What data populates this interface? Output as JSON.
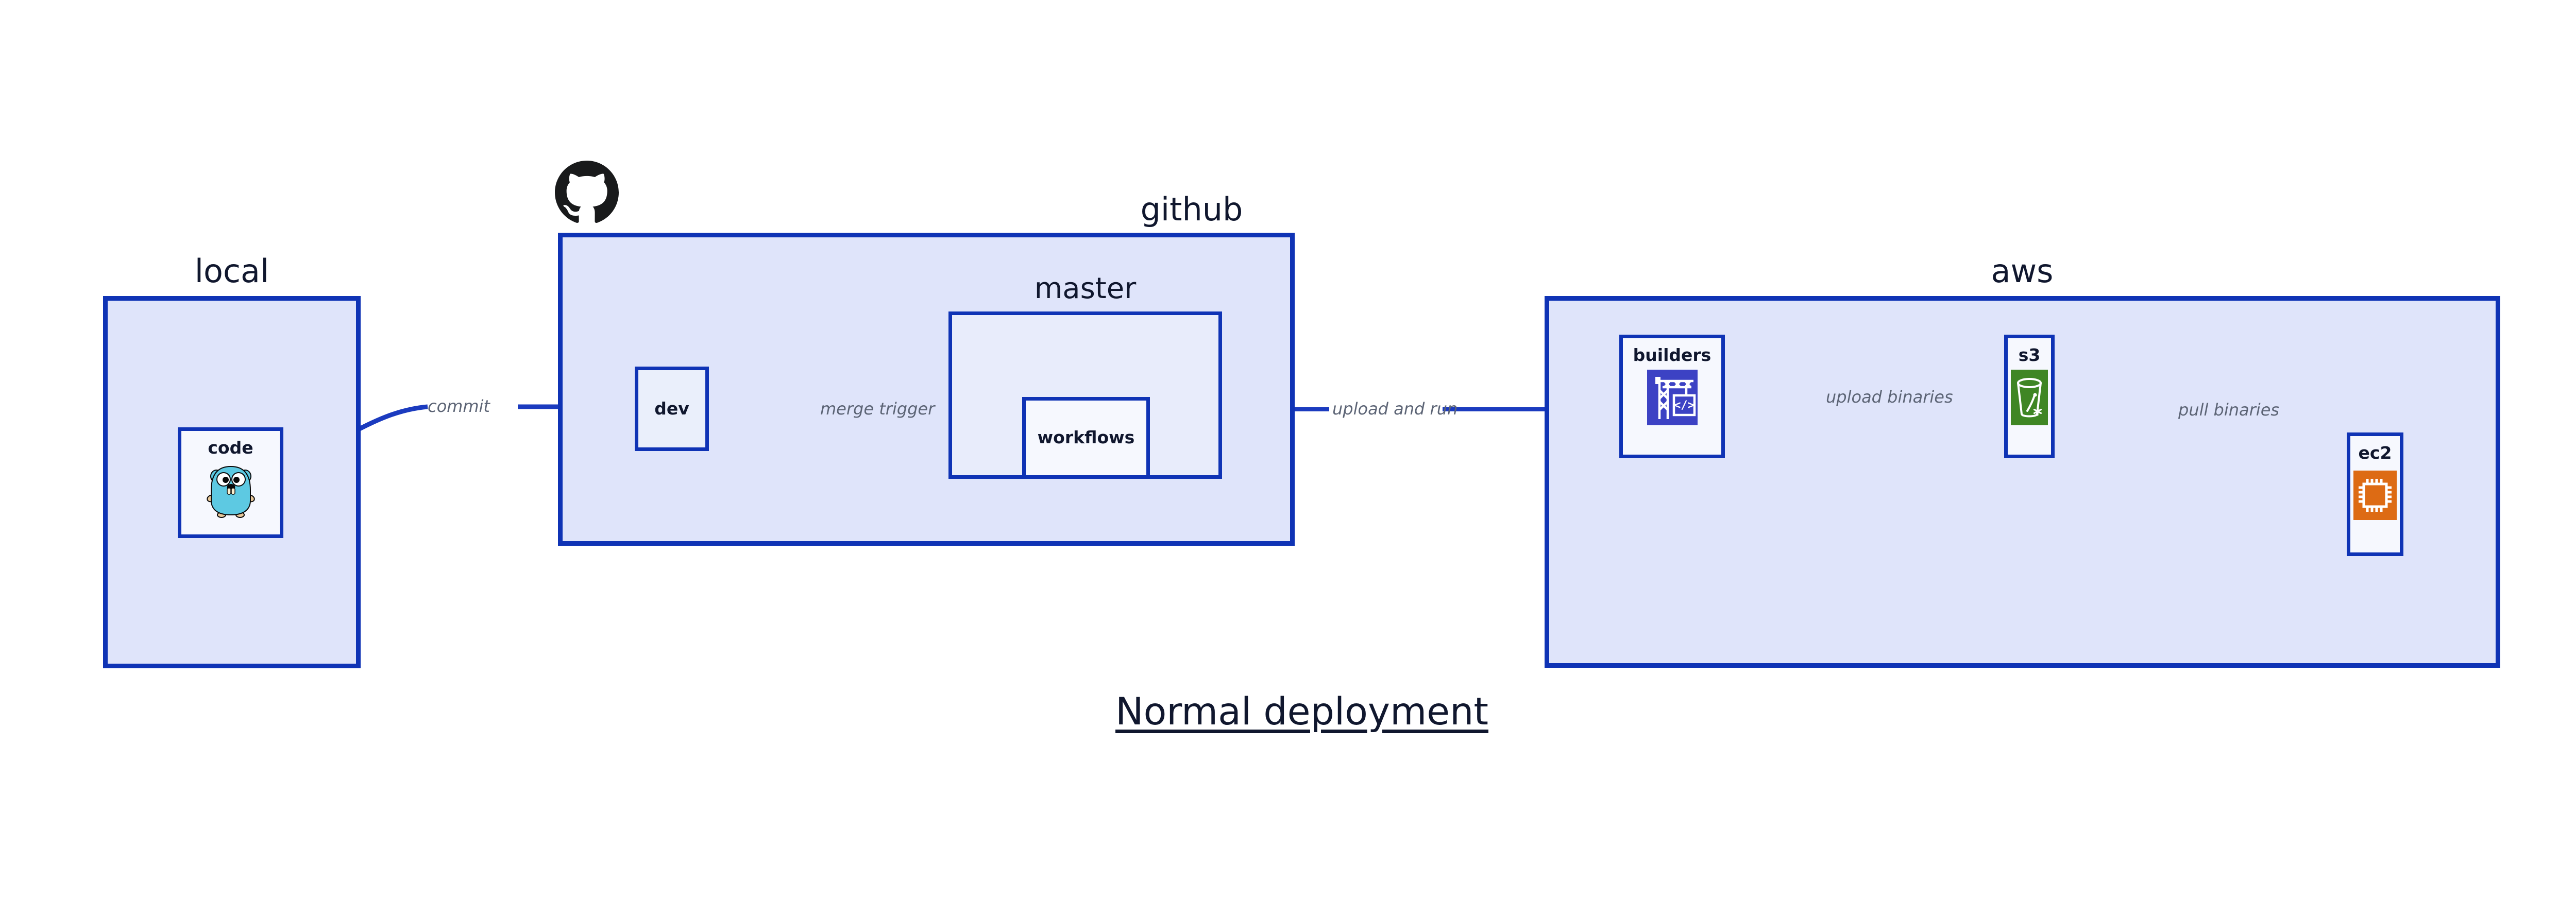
{
  "diagram": {
    "title": "Normal deployment",
    "colors": {
      "group_fill": "#dfe4fa",
      "subgroup_fill": "#e8ecfb",
      "node_fill": "#eaeffb",
      "border": "#0f33b5",
      "edge": "#1b3bbf",
      "edge_label": "#5c6475",
      "text": "#10172e",
      "aws_builders_icon": "#3c42c4",
      "aws_s3_icon": "#3f8624",
      "aws_ec2_icon": "#dd6b14",
      "go_gopher": "#5dc9e2",
      "github_logo": "#191a1b"
    }
  },
  "groups": [
    {
      "id": "local",
      "label": "local"
    },
    {
      "id": "github",
      "label": "github"
    },
    {
      "id": "aws",
      "label": "aws"
    }
  ],
  "subgroups": [
    {
      "id": "master",
      "label": "master",
      "parent": "github"
    }
  ],
  "nodes": [
    {
      "id": "code",
      "label": "code",
      "icon": "go-gopher-icon",
      "parent": "local"
    },
    {
      "id": "dev",
      "label": "dev",
      "icon": null,
      "parent": "github"
    },
    {
      "id": "workflows",
      "label": "workflows",
      "icon": null,
      "parent": "master"
    },
    {
      "id": "builders",
      "label": "builders",
      "icon": "aws-codebuild-icon",
      "parent": "aws"
    },
    {
      "id": "s3",
      "label": "s3",
      "icon": "aws-s3-icon",
      "parent": "aws"
    },
    {
      "id": "ec2",
      "label": "ec2",
      "icon": "aws-ec2-icon",
      "parent": "aws"
    }
  ],
  "edges": [
    {
      "id": "commit",
      "label": "commit",
      "from": "code",
      "to": "dev"
    },
    {
      "id": "merge-trigger",
      "label": "merge trigger",
      "from": "dev",
      "to": "workflows"
    },
    {
      "id": "upload-and-run",
      "label": "upload and run",
      "from": "workflows",
      "to": "builders"
    },
    {
      "id": "upload-binaries",
      "label": "upload binaries",
      "from": "builders",
      "to": "s3"
    },
    {
      "id": "pull-binaries",
      "label": "pull binaries",
      "from": "s3",
      "to": "ec2"
    }
  ],
  "logos": [
    {
      "id": "github-logo",
      "name": "github-octocat-logo"
    }
  ]
}
